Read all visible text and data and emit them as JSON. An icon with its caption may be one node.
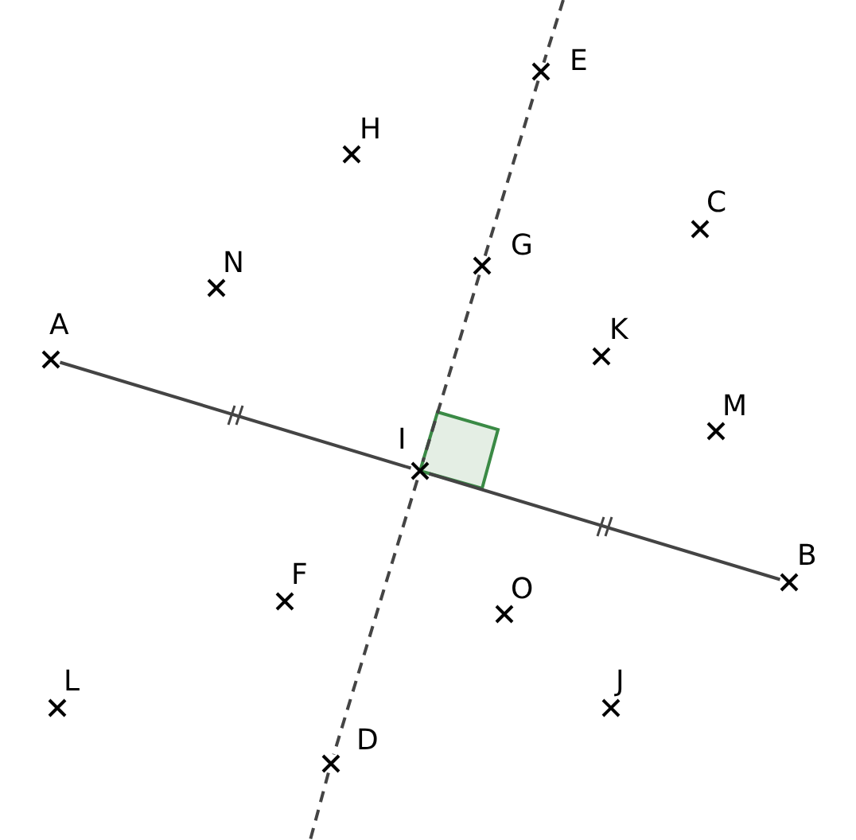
{
  "diagram": {
    "nodes": [
      {
        "text": [
          "E"
        ]
      },
      {
        "text": [
          "H"
        ]
      },
      {
        "text": [
          "C"
        ]
      },
      {
        "text": [
          "G"
        ]
      },
      {
        "text": [
          "N"
        ]
      },
      {
        "text": [
          "A"
        ]
      },
      {
        "text": [
          "K"
        ]
      },
      {
        "text": [
          "M"
        ]
      },
      {
        "text": [
          "I"
        ]
      },
      {
        "text": [
          "B"
        ]
      },
      {
        "text": [
          "F"
        ]
      },
      {
        "text": [
          "O"
        ]
      },
      {
        "text": [
          "L"
        ]
      },
      {
        "text": [
          "J"
        ]
      },
      {
        "text": [
          "D"
        ]
      }
    ],
    "edges": [
      {
        "from": 5,
        "to": 8,
        "arrow": "none"
      },
      {
        "from": 8,
        "to": 9,
        "arrow": "none"
      },
      {
        "from": null,
        "to": 0,
        "arrow": "none",
        "style": "dashed"
      },
      {
        "from": 0,
        "to": 3,
        "arrow": "none",
        "style": "dashed"
      },
      {
        "from": 3,
        "to": 8,
        "arrow": "none",
        "style": "dashed"
      },
      {
        "from": 8,
        "to": 14,
        "arrow": "none",
        "style": "dashed"
      },
      {
        "from": 14,
        "to": null,
        "arrow": "none",
        "style": "dashed"
      }
    ]
  }
}
